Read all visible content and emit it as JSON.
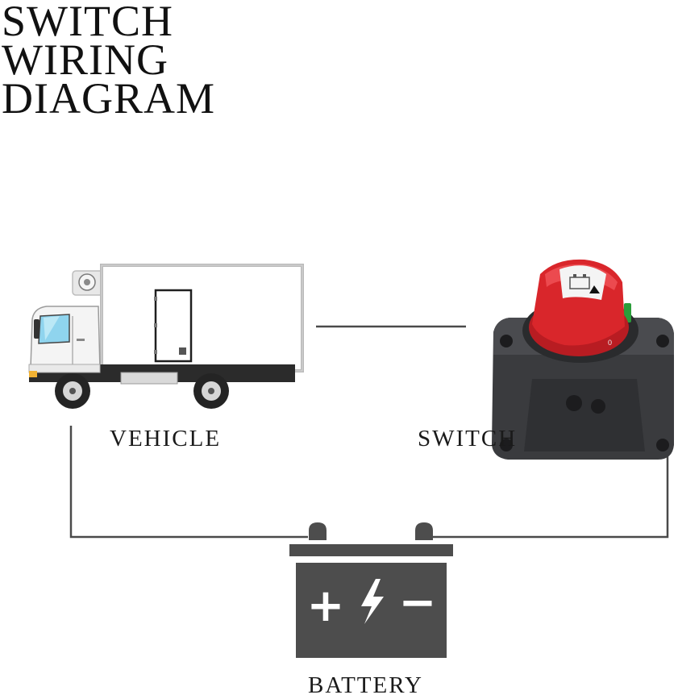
{
  "title": {
    "lines": [
      "SWITCH",
      "WIRING",
      "DIAGRAM"
    ]
  },
  "labels": {
    "vehicle": "VEHICLE",
    "switch": "SWITCH",
    "battery": "BATTERY"
  },
  "battery_symbols": {
    "positive": "+",
    "negative": "−"
  },
  "icons": {
    "vehicle": "refrigerated-truck-icon",
    "switch": "battery-disconnect-switch-icon",
    "battery": "car-battery-icon",
    "bolt": "lightning-bolt-icon"
  },
  "colors": {
    "wire": "#4a4a4a",
    "battery": "#4d4d4d",
    "switch_knob": "#d9262b",
    "switch_base": "#3a3b3e",
    "switch_green_mark": "#2a9d3a"
  }
}
